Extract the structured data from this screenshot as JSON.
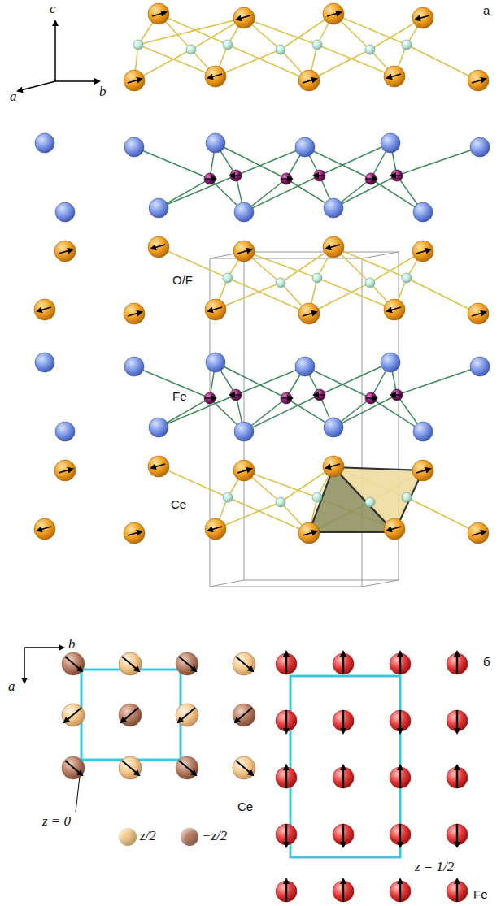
{
  "diagram": {
    "labels": [
      "c",
      "a",
      "b",
      "а",
      "O/F",
      "Fe",
      "Ce",
      "б",
      "b",
      "a",
      "z = 0",
      "Ce",
      "z = 1/2",
      "Fe"
    ],
    "legend": [
      {
        "text": "z/2",
        "color": "#f4c88a"
      },
      {
        "text": "−z/2",
        "color": "#b57d62"
      }
    ]
  }
}
